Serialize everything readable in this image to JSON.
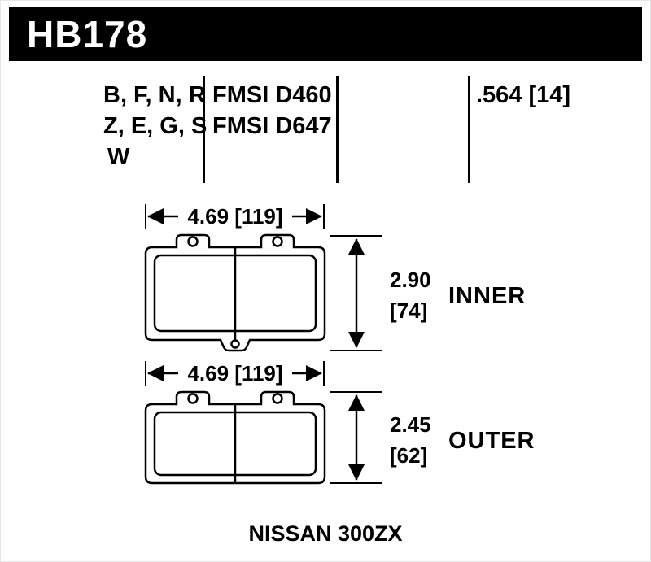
{
  "header": {
    "part_number": "HB178"
  },
  "spec_table": {
    "compound_codes": {
      "line1": "B, F, N, R",
      "line2": "Z, E, G, S",
      "line3": "W"
    },
    "fmsi": {
      "line1": "FMSI D460",
      "line2": "FMSI D647"
    },
    "pad_thickness": ".564 [14]"
  },
  "inner_pad": {
    "width_dimension": "4.69 [119]",
    "height_dimension_in": "2.90",
    "height_dimension_mm": "[74]",
    "label": "INNER"
  },
  "outer_pad": {
    "width_dimension": "4.69 [119]",
    "height_dimension_in": "2.45",
    "height_dimension_mm": "[62]",
    "label": "OUTER"
  },
  "footer": {
    "vehicle": "NISSAN 300ZX"
  },
  "colors": {
    "header_bg": "#000000",
    "line": "#000000",
    "text": "#000000"
  }
}
